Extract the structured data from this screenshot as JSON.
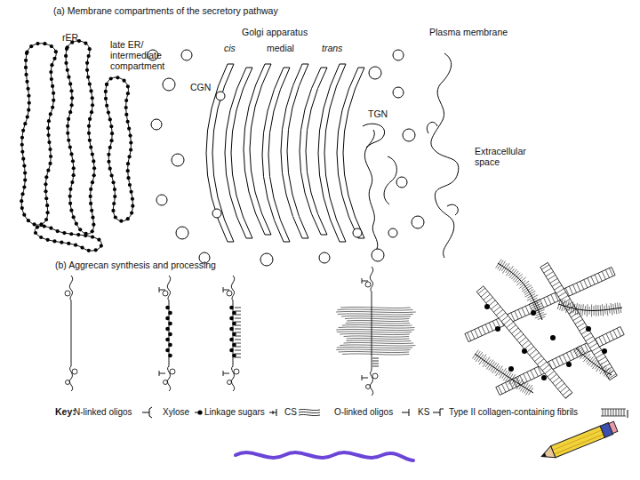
{
  "diagram": {
    "labels": [
      "(a) Membrane compartments of the secretory pathway",
      "rER",
      "late ER/ intermediate compartment",
      "Golgi apparatus",
      "cis",
      "medial",
      "trans",
      "CGN",
      "TGN",
      "Plasma membrane",
      "Extracellular space",
      "(b) Aggrecan synthesis and processing",
      "Key:"
    ],
    "legend": [
      {
        "text": "N-linked oligos"
      },
      {
        "text": "Xylose"
      },
      {
        "text": "Linkage sugars"
      },
      {
        "text": "CS"
      },
      {
        "text": "O-linked oligos"
      },
      {
        "text": "KS"
      },
      {
        "text": "Type II collagen-containing fibrils"
      }
    ]
  }
}
